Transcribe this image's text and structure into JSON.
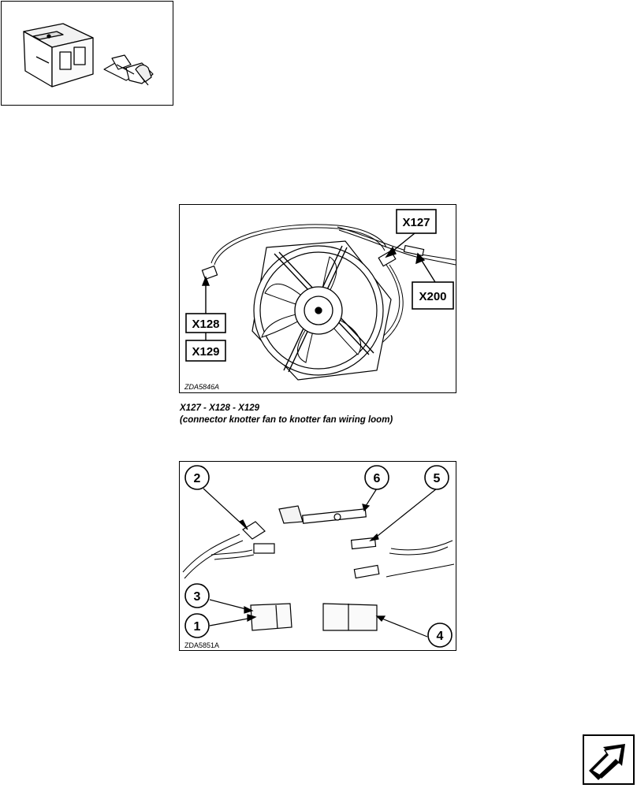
{
  "figure1": {},
  "figure2": {
    "code": "ZDA5846A",
    "labels": {
      "x127": "X127",
      "x128": "X128",
      "x129": "X129",
      "x200": "X200"
    }
  },
  "caption": {
    "line1": "X127 - X128 - X129",
    "line2": "(connector knotter fan to knotter fan wiring loom)"
  },
  "figure3": {
    "code": "ZDA5851A",
    "callouts": [
      "1",
      "2",
      "3",
      "4",
      "5",
      "6"
    ]
  },
  "nav": {
    "icon": "next-page-arrow-icon"
  }
}
